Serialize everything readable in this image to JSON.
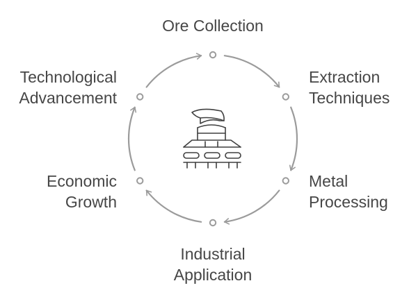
{
  "diagram": {
    "stages": [
      {
        "id": "top",
        "lines": [
          "Ore Collection"
        ]
      },
      {
        "id": "tr",
        "lines": [
          "Extraction",
          "Techniques"
        ]
      },
      {
        "id": "br",
        "lines": [
          "Metal",
          "Processing"
        ]
      },
      {
        "id": "bottom",
        "lines": [
          "Industrial",
          "Application"
        ]
      },
      {
        "id": "bl",
        "lines": [
          "Economic",
          "Growth"
        ]
      },
      {
        "id": "tl",
        "lines": [
          "Technological",
          "Advancement"
        ]
      }
    ],
    "center_icon": "mining-machine-icon",
    "colors": {
      "ring": "#9b9b9b",
      "text": "#464646",
      "icon": "#3f3f3f"
    }
  }
}
